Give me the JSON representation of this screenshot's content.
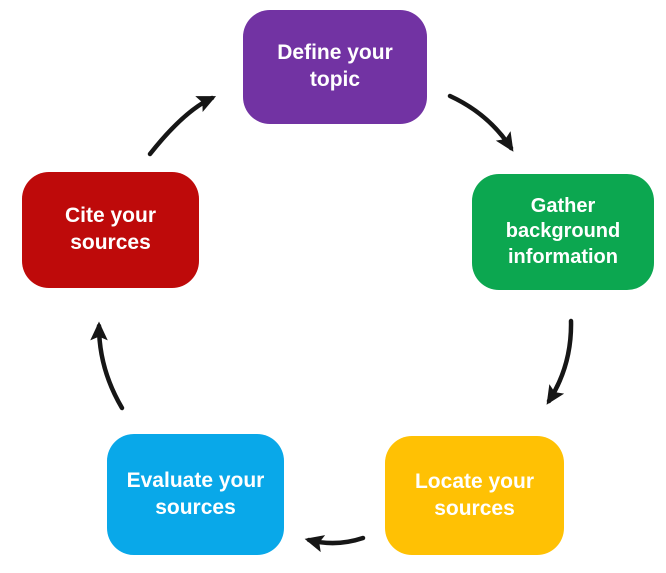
{
  "diagram": {
    "background": "#ffffff",
    "arrow_color": "#161616",
    "text_color": "#ffffff",
    "steps": [
      {
        "id": "define-topic",
        "label": "Define your topic",
        "color": "#7233A3"
      },
      {
        "id": "gather-background-information",
        "label": "Gather background information",
        "color": "#0CA750"
      },
      {
        "id": "locate-sources",
        "label": "Locate your sources",
        "color": "#FFC104"
      },
      {
        "id": "evaluate-sources",
        "label": "Evaluate your sources",
        "color": "#09A8E9"
      },
      {
        "id": "cite-sources",
        "label": "Cite your sources",
        "color": "#BE0A0A"
      }
    ]
  }
}
